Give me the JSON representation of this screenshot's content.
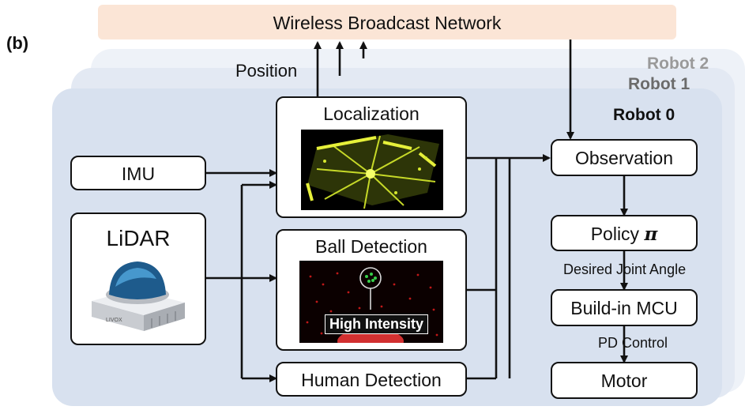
{
  "panel_label": "(b)",
  "network": {
    "label": "Wireless Broadcast Network"
  },
  "position_label": "Position",
  "robots": {
    "robot2": "Robot 2",
    "robot1": "Robot 1",
    "robot0": "Robot 0"
  },
  "blocks": {
    "localization": "Localization",
    "imu": "IMU",
    "lidar": "LiDAR",
    "ball_detection": "Ball Detection",
    "human_detection": "Human Detection",
    "observation": "Observation",
    "policy": "Policy",
    "policy_symbol": "π",
    "mcu": "Build-in MCU",
    "motor": "Motor"
  },
  "annotations": {
    "high_intensity": "High Intensity",
    "desired_joint_angle": "Desired Joint Angle",
    "pd_control": "PD Control",
    "lidar_brand": "LIVOX"
  },
  "colors": {
    "network_bg": "#fbe5d6",
    "robot2_bg": "#eef2f8",
    "robot1_bg": "#e3e9f3",
    "robot0_bg": "#d8e1ef",
    "robot2_text": "#9a9a9a",
    "robot1_text": "#6b6b6b"
  }
}
